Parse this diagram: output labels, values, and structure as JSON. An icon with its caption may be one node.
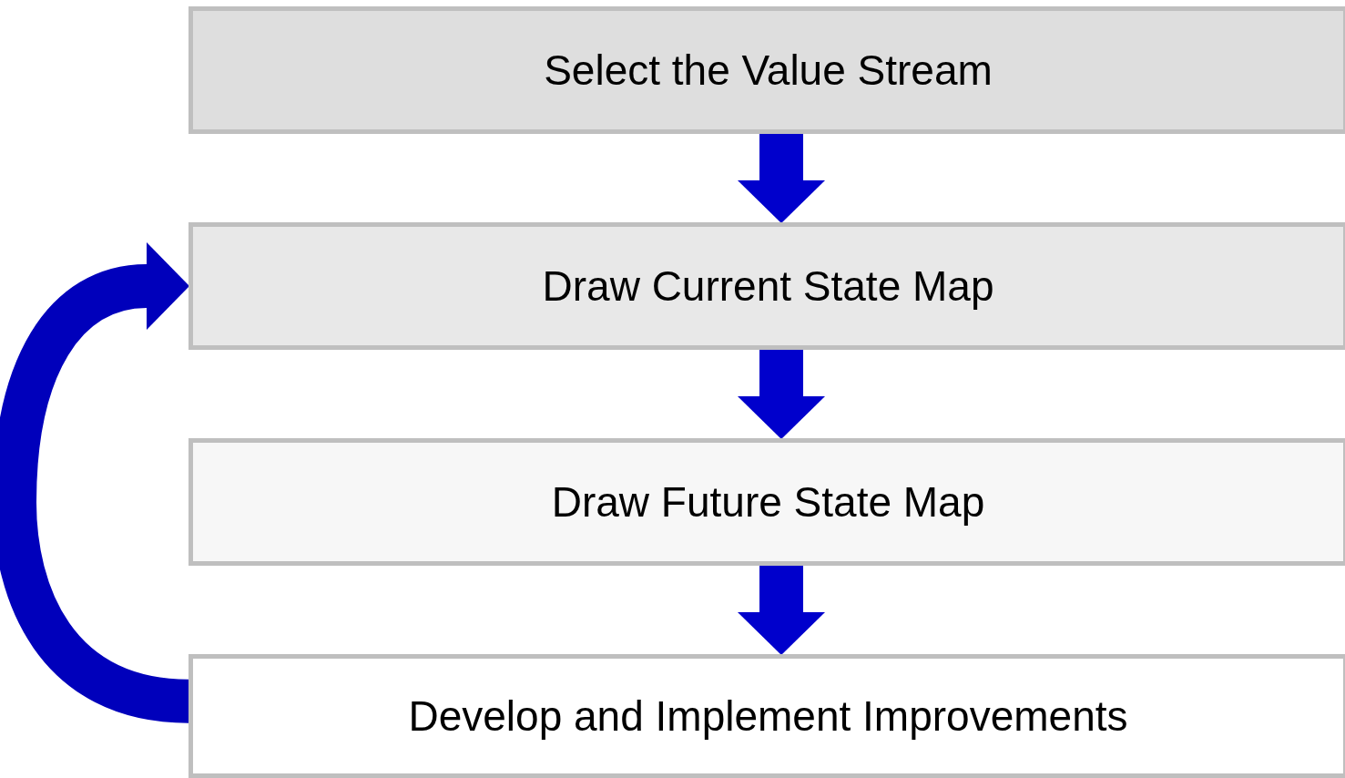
{
  "diagram": {
    "nodes": [
      {
        "text": [
          "Select the Value Stream"
        ]
      },
      {
        "text": [
          "Draw Current State Map"
        ]
      },
      {
        "text": [
          "Draw Future State Map"
        ]
      },
      {
        "text": [
          "Develop and Implement Improvements"
        ]
      }
    ],
    "edges": [
      {
        "from": 0,
        "to": 1,
        "arrow": "to"
      },
      {
        "from": 1,
        "to": 2,
        "arrow": "to"
      },
      {
        "from": 2,
        "to": 3,
        "arrow": "to"
      },
      {
        "from": 3,
        "to": 1,
        "arrow": "to"
      }
    ]
  }
}
